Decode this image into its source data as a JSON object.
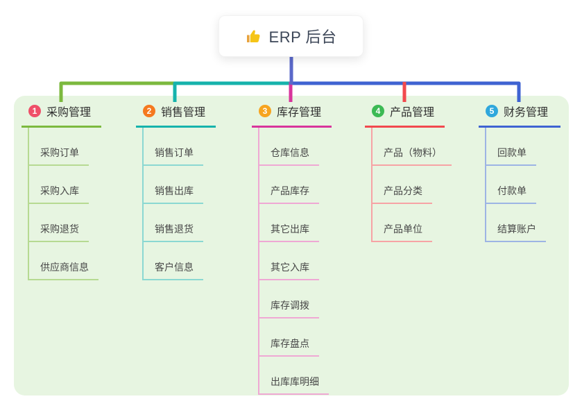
{
  "root": {
    "title": "ERP 后台",
    "icon": "thumbs-up",
    "icon_color": "#f5c518",
    "card_bg": "#ffffff",
    "connector_color": "#5a68c9"
  },
  "panel": {
    "bg": "#e7f5e1"
  },
  "branches": [
    {
      "badge": "1",
      "label": "采购管理",
      "color": "#7cb93e",
      "light": "#b6da92",
      "badge_color": "#ef4f68",
      "children": [
        "采购订单",
        "采购入库",
        "采购退货",
        "供应商信息"
      ]
    },
    {
      "badge": "2",
      "label": "销售管理",
      "color": "#16b3ac",
      "light": "#8bd8d2",
      "badge_color": "#f5791f",
      "children": [
        "销售订单",
        "销售出库",
        "销售退货",
        "客户信息"
      ]
    },
    {
      "badge": "3",
      "label": "库存管理",
      "color": "#d8359c",
      "light": "#efa8d4",
      "badge_color": "#f7a41f",
      "children": [
        "仓库信息",
        "产品库存",
        "其它出库",
        "其它入库",
        "库存调拨",
        "库存盘点",
        "出库库明细"
      ]
    },
    {
      "badge": "4",
      "label": "产品管理",
      "color": "#f2494e",
      "light": "#f7a3a5",
      "badge_color": "#3cba54",
      "children": [
        "产品（物料）",
        "产品分类",
        "产品单位"
      ]
    },
    {
      "badge": "5",
      "label": "财务管理",
      "color": "#3f63d2",
      "light": "#9db4e4",
      "badge_color": "#2fa7dc",
      "children": [
        "回款单",
        "付款单",
        "结算账户"
      ]
    }
  ]
}
